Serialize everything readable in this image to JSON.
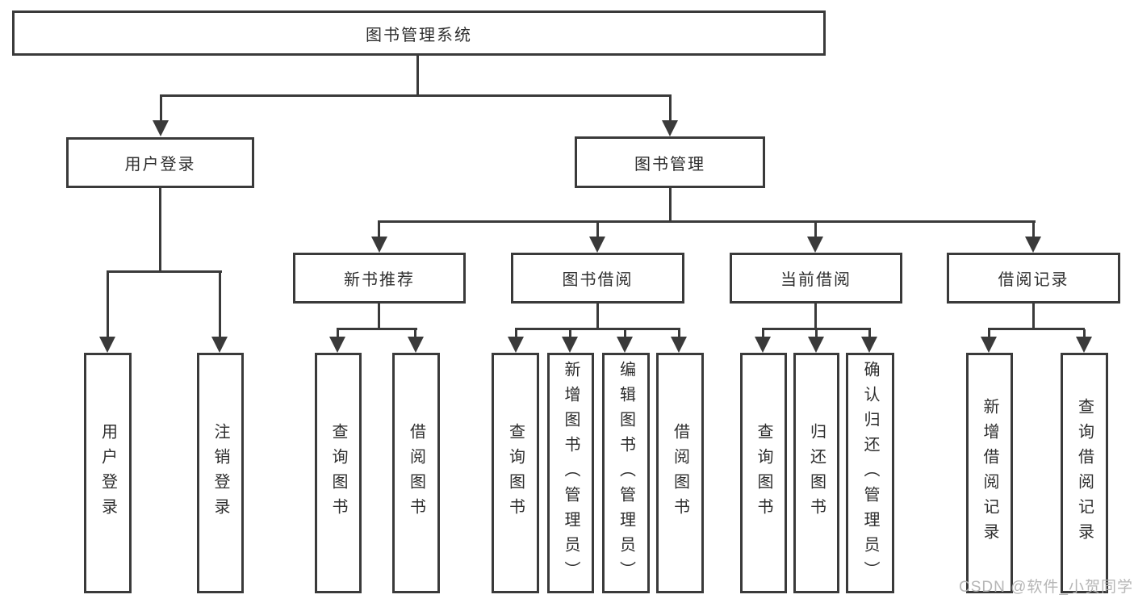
{
  "diagram": {
    "title_node": "图书管理系统",
    "root": "图书管理系统",
    "login": {
      "label": "用户登录",
      "children": [
        "用户登录",
        "注销登录"
      ]
    },
    "management": {
      "label": "图书管理",
      "groups": [
        {
          "label": "新书推荐",
          "children": [
            "查询图书",
            "借阅图书"
          ]
        },
        {
          "label": "图书借阅",
          "children": [
            "查询图书",
            "新增图书（管理员）",
            "编辑图书（管理员）",
            "借阅图书"
          ]
        },
        {
          "label": "当前借阅",
          "children": [
            "查询图书",
            "归还图书",
            "确认归还（管理员）"
          ]
        },
        {
          "label": "借阅记录",
          "children": [
            "新增借阅记录",
            "查询借阅记录"
          ]
        }
      ]
    }
  },
  "watermark": "CSDN @软件_小贺同学",
  "colors": {
    "line": "#3a3a3a",
    "text": "#2e2e2e",
    "watermark": "#b2b2b2",
    "background": "#ffffff"
  }
}
